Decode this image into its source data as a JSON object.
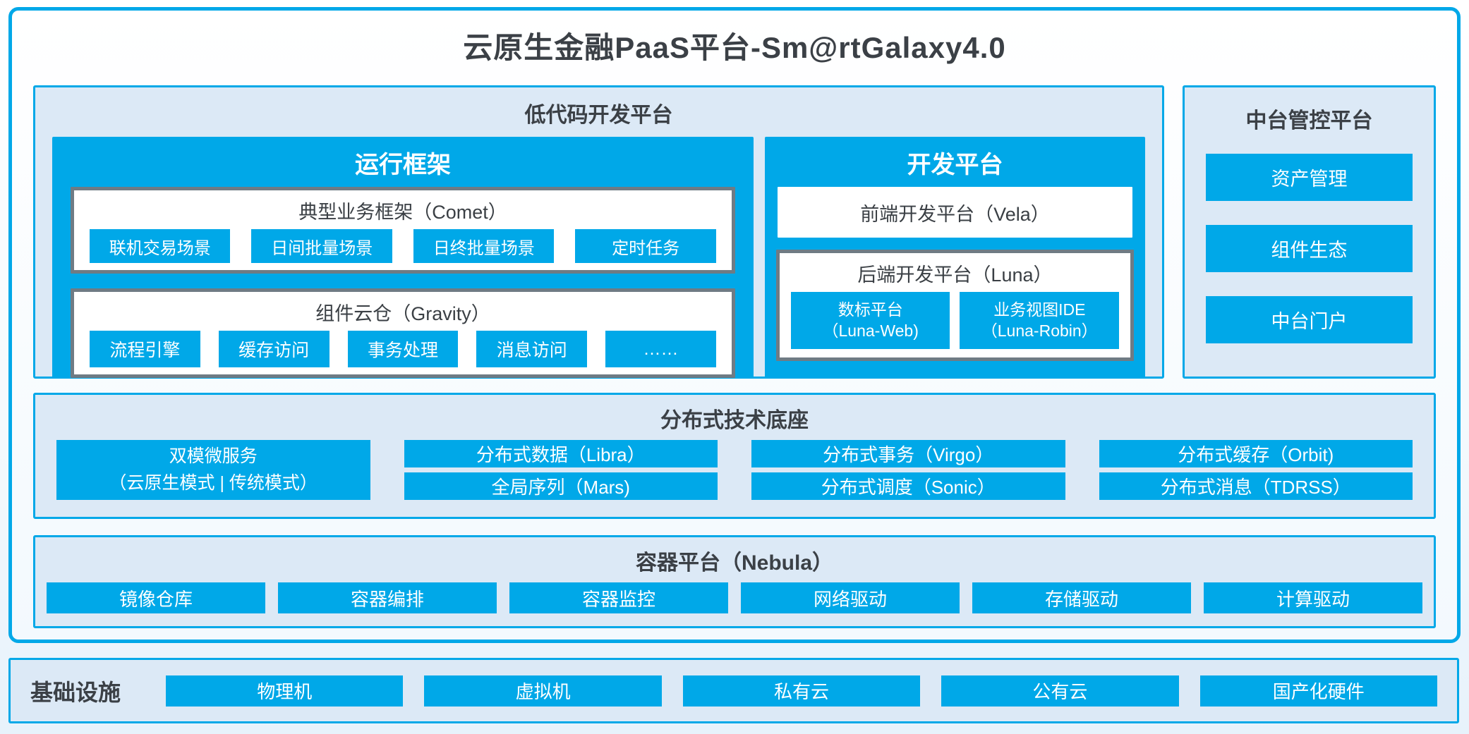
{
  "title": "云原生金融PaaS平台-Sm@rtGalaxy4.0",
  "colors": {
    "accent_blue": "#00a8e8",
    "panel_background": "#dce9f6",
    "gray_box_border": "#6f7b84",
    "dark_text": "#3a3f44"
  },
  "lowcode": {
    "label": "低代码开发平台",
    "runtime": {
      "title": "运行框架",
      "comet": {
        "title": "典型业务框架（Comet）",
        "items": [
          "联机交易场景",
          "日间批量场景",
          "日终批量场景",
          "定时任务"
        ]
      },
      "gravity": {
        "title": "组件云仓（Gravity）",
        "items": [
          "流程引擎",
          "缓存访问",
          "事务处理",
          "消息访问",
          "……"
        ]
      }
    },
    "dev": {
      "title": "开发平台",
      "vela": "前端开发平台（Vela）",
      "luna": {
        "title": "后端开发平台（Luna）",
        "items": [
          {
            "line1": "数标平台",
            "line2": "（Luna-Web)"
          },
          {
            "line1": "业务视图IDE",
            "line2": "（Luna-Robin）"
          }
        ]
      }
    }
  },
  "middle": {
    "label": "中台管控平台",
    "items": [
      "资产管理",
      "组件生态",
      "中台门户"
    ]
  },
  "distributed": {
    "label": "分布式技术底座",
    "dual": {
      "line1": "双模微服务",
      "line2": "（云原生模式 | 传统模式）"
    },
    "columns": [
      [
        "分布式数据（Libra）",
        "全局序列（Mars)"
      ],
      [
        "分布式事务（Virgo）",
        "分布式调度（Sonic）"
      ],
      [
        "分布式缓存（Orbit)",
        "分布式消息（TDRSS）"
      ]
    ]
  },
  "nebula": {
    "label": "容器平台（Nebula）",
    "items": [
      "镜像仓库",
      "容器编排",
      "容器监控",
      "网络驱动",
      "存储驱动",
      "计算驱动"
    ]
  },
  "infra": {
    "label": "基础设施",
    "items": [
      "物理机",
      "虚拟机",
      "私有云",
      "公有云",
      "国产化硬件"
    ]
  }
}
